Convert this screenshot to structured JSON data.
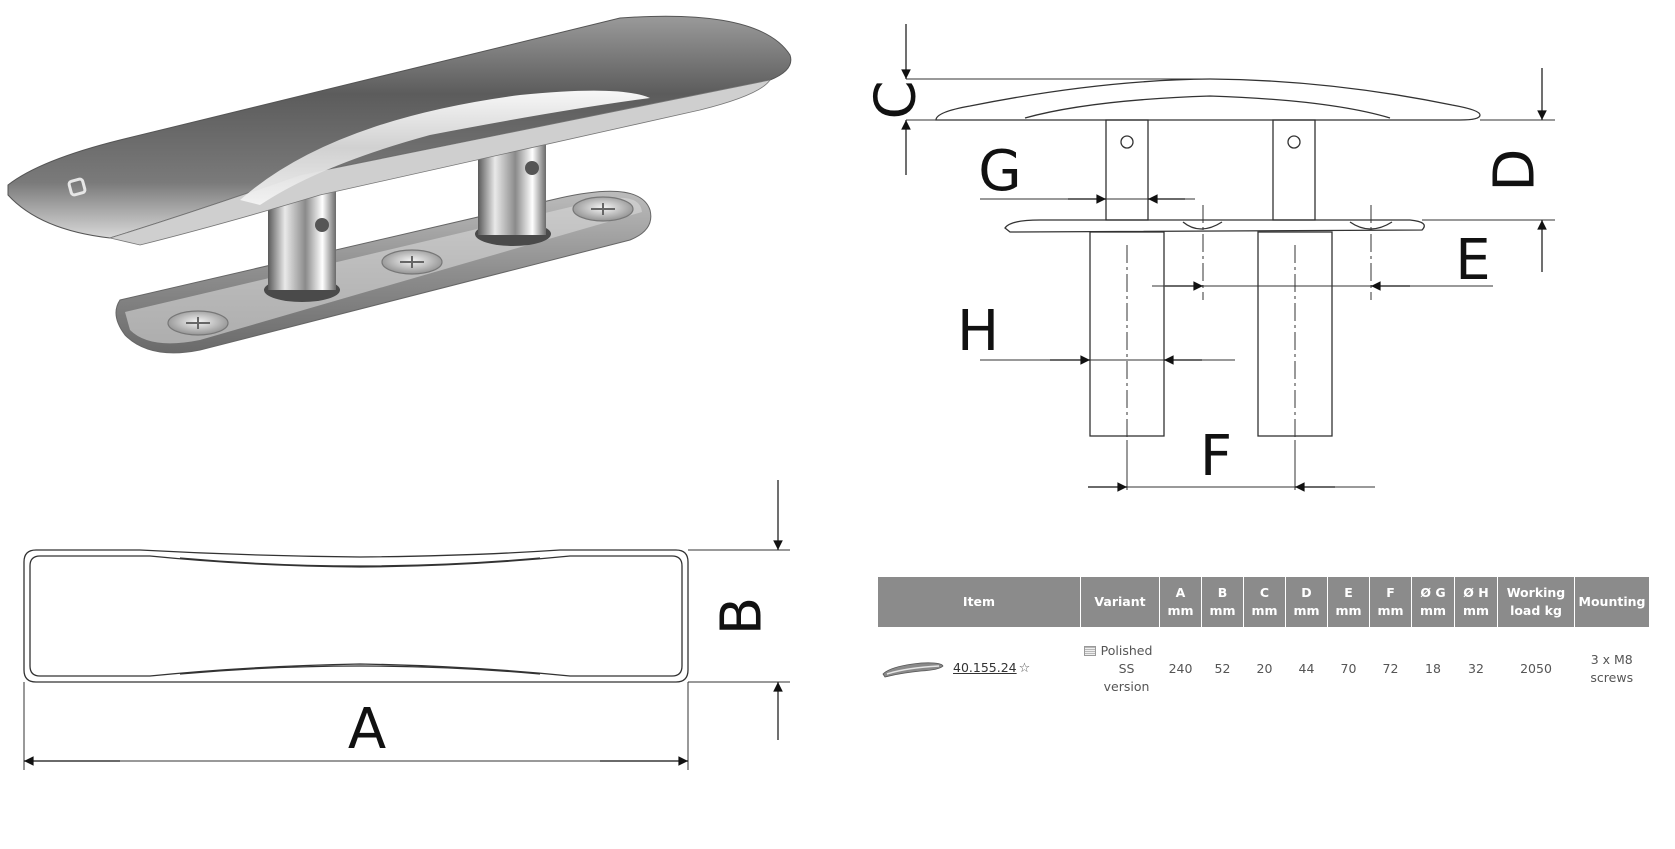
{
  "dimension_labels": {
    "a": "A",
    "b": "B",
    "c": "C",
    "d": "D",
    "e": "E",
    "f": "F",
    "g": "G",
    "h": "H"
  },
  "spec_table": {
    "headers": {
      "item": "Item",
      "variant": "Variant",
      "a": "A\nmm",
      "b": "B\nmm",
      "c": "C\nmm",
      "d": "D\nmm",
      "e": "E\nmm",
      "f": "F\nmm",
      "g": "Ø G\nmm",
      "h": "Ø H\nmm",
      "load": "Working\nload kg",
      "mounting": "Mounting"
    },
    "row": {
      "item_code": "40.155.24",
      "star": "☆",
      "variant": "Polished\nSS version",
      "a": "240",
      "b": "52",
      "c": "20",
      "d": "44",
      "e": "70",
      "f": "72",
      "g": "18",
      "h": "32",
      "load": "2050",
      "mounting": "3 x M8\nscrews"
    }
  },
  "colors": {
    "header_bg": "#8b8b8b",
    "steel_light": "#f2f2f2",
    "steel_dark": "#5e5e5e"
  }
}
